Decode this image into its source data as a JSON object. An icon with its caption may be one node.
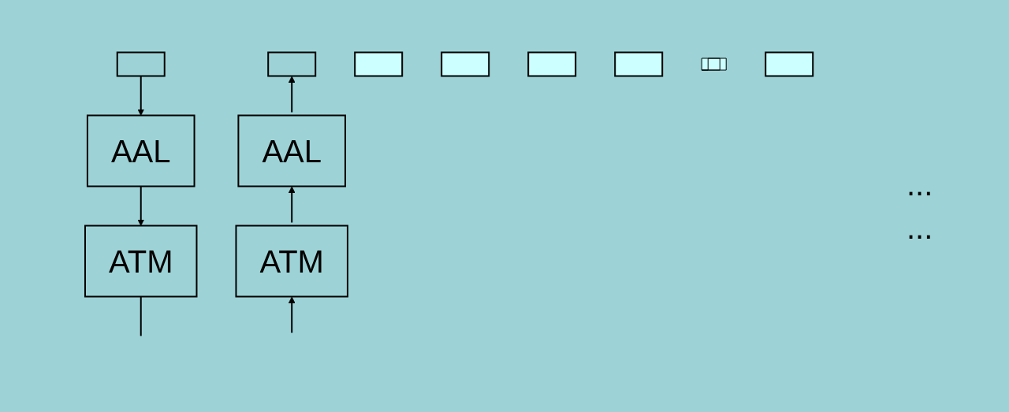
{
  "diagram": {
    "nodes": [
      {
        "text": [],
        "shape": "box"
      },
      {
        "text": [
          "AAL"
        ]
      },
      {
        "text": [
          "ATM"
        ]
      },
      {
        "text": [],
        "shape": "box"
      },
      {
        "text": [
          "AAL"
        ]
      },
      {
        "text": [
          "ATM"
        ]
      },
      {
        "text": [],
        "shape": "box"
      },
      {
        "text": [],
        "shape": "box"
      },
      {
        "text": [],
        "shape": "box"
      },
      {
        "text": [],
        "shape": "box"
      },
      {
        "text": [],
        "shape": "bar"
      },
      {
        "text": [],
        "shape": "box"
      }
    ],
    "edges": [
      {
        "from": 0,
        "to": 1,
        "arrow": "to"
      },
      {
        "from": 1,
        "to": 2,
        "arrow": "to"
      },
      {
        "from": 2,
        "to": null,
        "arrow": "none"
      },
      {
        "from": 5,
        "to": 4,
        "arrow": "to"
      },
      {
        "from": 4,
        "to": 3,
        "arrow": "to"
      },
      {
        "from": null,
        "to": 5,
        "arrow": "to"
      }
    ],
    "labels": [
      "...",
      "..."
    ]
  }
}
